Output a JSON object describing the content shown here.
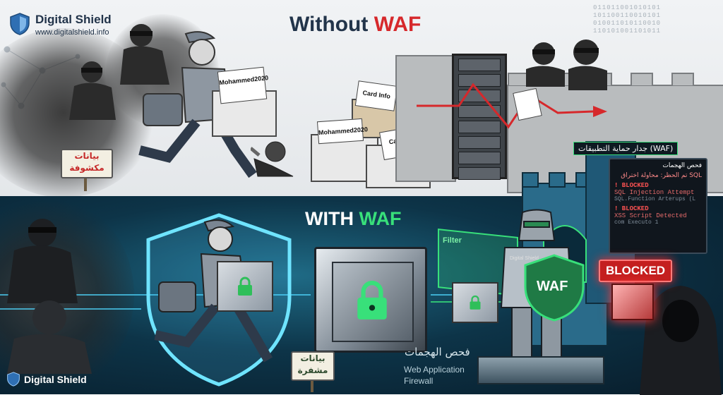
{
  "brand": {
    "name": "Digital Shield",
    "url": "www.digitalshield.info"
  },
  "brand_bottom": {
    "name": "Digital Shield"
  },
  "top_panel": {
    "title_prefix": "Without ",
    "title_accent": "WAF",
    "sign_line1": "بيانات",
    "sign_line2": "مكشوفة",
    "doc_main": "Mohammed2020",
    "doc_card1": "Card Info",
    "doc_card2": "Card Info",
    "doc_box_name": "Mohammed2020"
  },
  "bottom_panel": {
    "title_prefix": "WITH ",
    "title_accent": "WAF",
    "sign_line1": "بيانات",
    "sign_line2": "مشفرة",
    "filter_label": "Filter",
    "inspect_arabic": "فحص الهجمات",
    "waf_en_line1": "Web Application",
    "waf_en_line2": "Firewall",
    "shield_text": "WAF",
    "armor_text": "Digital Shield",
    "blocked_badge": "BLOCKED"
  },
  "console": {
    "waf_header": "جدار حماية التطبيقات (WAF)",
    "tab": "فحص الهجمات",
    "line_arabic": "تم الحظر: محاولة اختراق SQL",
    "entries": [
      {
        "status": "! BLOCKED",
        "detail": "SQL Injection Attempt",
        "sub": "SQL.Function Arterups (L"
      },
      {
        "status": "! BLOCKED",
        "detail": "XSS Script Detected",
        "sub": "com Executo 1"
      }
    ]
  },
  "colors": {
    "danger": "#d6282b",
    "safe": "#38e07a",
    "navy": "#22344a"
  },
  "icons": [
    "shield-icon",
    "lock-icon",
    "gear-icon"
  ]
}
